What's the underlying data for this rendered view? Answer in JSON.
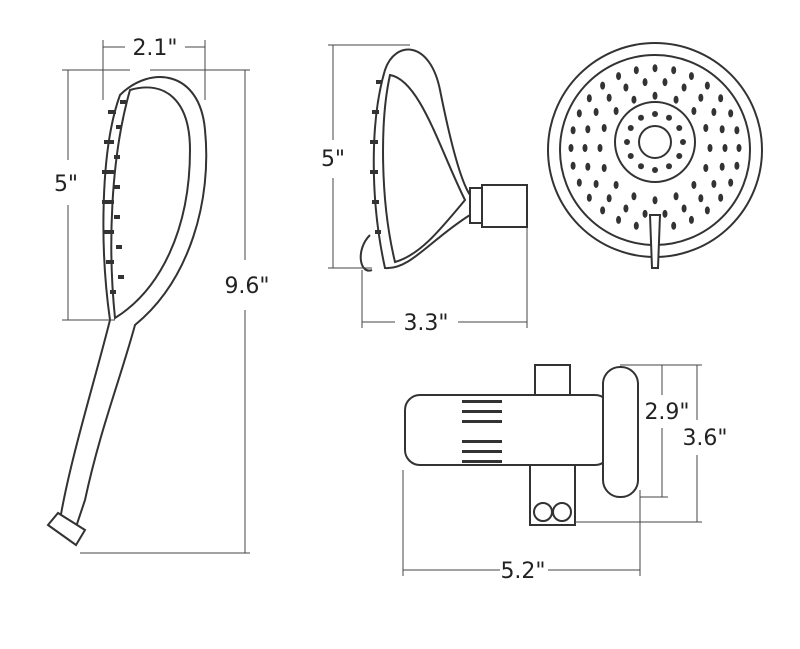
{
  "dimensions": {
    "hand_width": "2.1\"",
    "hand_face_height": "5\"",
    "hand_total_length": "9.6\"",
    "head_height": "5\"",
    "head_depth": "3.3\"",
    "diverter_inner_height": "2.9\"",
    "diverter_total_height": "3.6\"",
    "diverter_length": "5.2\""
  },
  "colors": {
    "line": "#333333",
    "background": "#ffffff"
  }
}
